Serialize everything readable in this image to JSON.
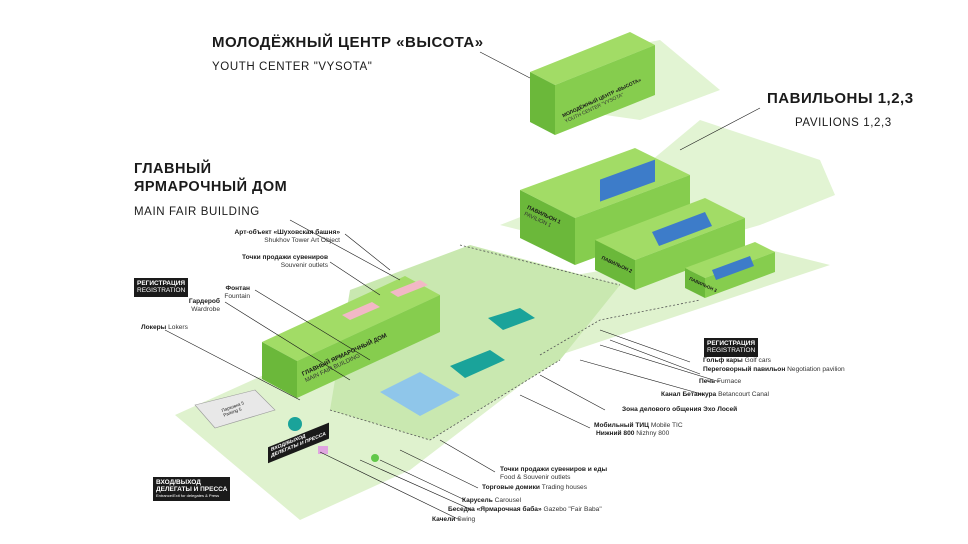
{
  "headings": {
    "youth_ru": "МОЛОДЁЖНЫЙ ЦЕНТР «ВЫСОТА»",
    "youth_en": "YOUTH CENTER \"VYSOTA\"",
    "pavilions_ru": "ПАВИЛЬОНЫ 1,2,3",
    "pavilions_en": "PAVILIONS 1,2,3",
    "main_ru_1": "ГЛАВНЫЙ",
    "main_ru_2": "ЯРМАРОЧНЫЙ ДОМ",
    "main_en": "MAIN FAIR BUILDING"
  },
  "left_labels": [
    {
      "ru": "Арт-объект «Шуховская башня»",
      "en": "Shukhov Tower Art Object"
    },
    {
      "ru": "Точки продажи сувениров",
      "en": "Souvenir outlets"
    },
    {
      "ru": "Фонтан",
      "en": "Fountain"
    },
    {
      "ru": "Гардероб",
      "en": "Wardrobe"
    },
    {
      "ru": "Локеры",
      "en": "Lokers"
    }
  ],
  "right_labels": [
    {
      "ru": "Гольф кары",
      "en": "Golf cars"
    },
    {
      "ru": "Переговорный павильон",
      "en": "Negotiation pavilion"
    },
    {
      "ru": "Печь",
      "en": "Furnace"
    },
    {
      "ru": "Канал Бетанкура",
      "en": "Betancourt Canal"
    },
    {
      "ru": "Зона делового общения Эхо Лосей",
      "en": ""
    },
    {
      "ru": "Мобильный ТИЦ",
      "en": "Mobile TIC"
    },
    {
      "ru": "Нижний 800",
      "en": "Nizhny 800"
    }
  ],
  "bottom_labels": [
    {
      "ru": "Точки продажи сувениров и еды",
      "en": "Food & Souvenir outlets"
    },
    {
      "ru": "Торговые домики",
      "en": "Trading houses"
    },
    {
      "ru": "Карусель",
      "en": "Carousel"
    },
    {
      "ru": "Беседка «Ярмарочная баба»",
      "en": "Gazebo \"Fair Baba\""
    },
    {
      "ru": "Качели",
      "en": "Swing"
    }
  ],
  "tags": {
    "reg_left_ru": "РЕГИСТРАЦИЯ",
    "reg_left_en": "REGISTRATION",
    "reg_right_ru": "РЕГИСТРАЦИЯ",
    "reg_right_en": "REGISTRATION",
    "entrance_ru_1": "ВХОД/ВЫХОД",
    "entrance_ru_2": "ДЕЛЕГАТЫ И ПРЕССА",
    "entrance_small": "Entrance/Exit for delegates & Press",
    "center_tag_1": "ВХОД/ВЫХОД",
    "center_tag_2": "ДЕЛЕГАТЫ И ПРЕССА"
  },
  "building_labels": {
    "main_ru": "ГЛАВНЫЙ ЯРМАРОЧНЫЙ ДОМ",
    "main_en": "MAIN FAIR BUILDING",
    "youth_ru": "МОЛОДЁЖНЫЙ ЦЕНТР «ВЫСОТА»",
    "youth_en": "YOUTH CENTER \"VYSOTA\"",
    "pav1_ru": "ПАВИЛЬОН 1",
    "pav1_en": "PAVILION 1",
    "pav2_ru": "ПАВИЛЬОН 2",
    "pav3_ru": "ПАВИЛЬОН 3",
    "parking": "Парковка 5",
    "parking_en": "Parking 5"
  },
  "colors": {
    "ground": "#d9f0c6",
    "ground_dark": "#c5e6ac",
    "building_top": "#8fd151",
    "building_side": "#6bb83a",
    "building_front": "#7cc647",
    "exhibition_blue": "#3d7cc9",
    "pink": "#f2b8c6",
    "teal": "#1aa39a",
    "light_blue": "#8fc6ea",
    "dark": "#1a1a1a"
  }
}
